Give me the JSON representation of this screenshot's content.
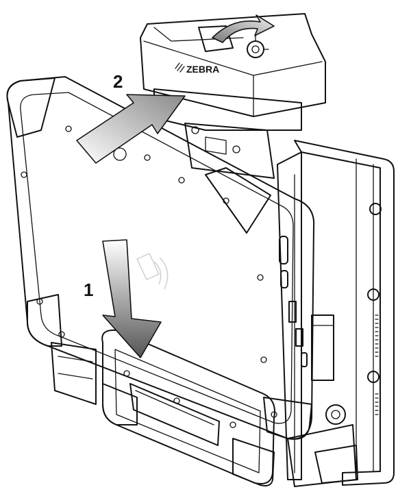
{
  "figure": {
    "step_1_label": "1",
    "step_2_label": "2",
    "brand_text": "ZEBRA"
  },
  "colors": {
    "line": "#111111",
    "background": "#ffffff",
    "arrow_dark": "#4a4a4a",
    "arrow_light": "#f2f2f2"
  }
}
